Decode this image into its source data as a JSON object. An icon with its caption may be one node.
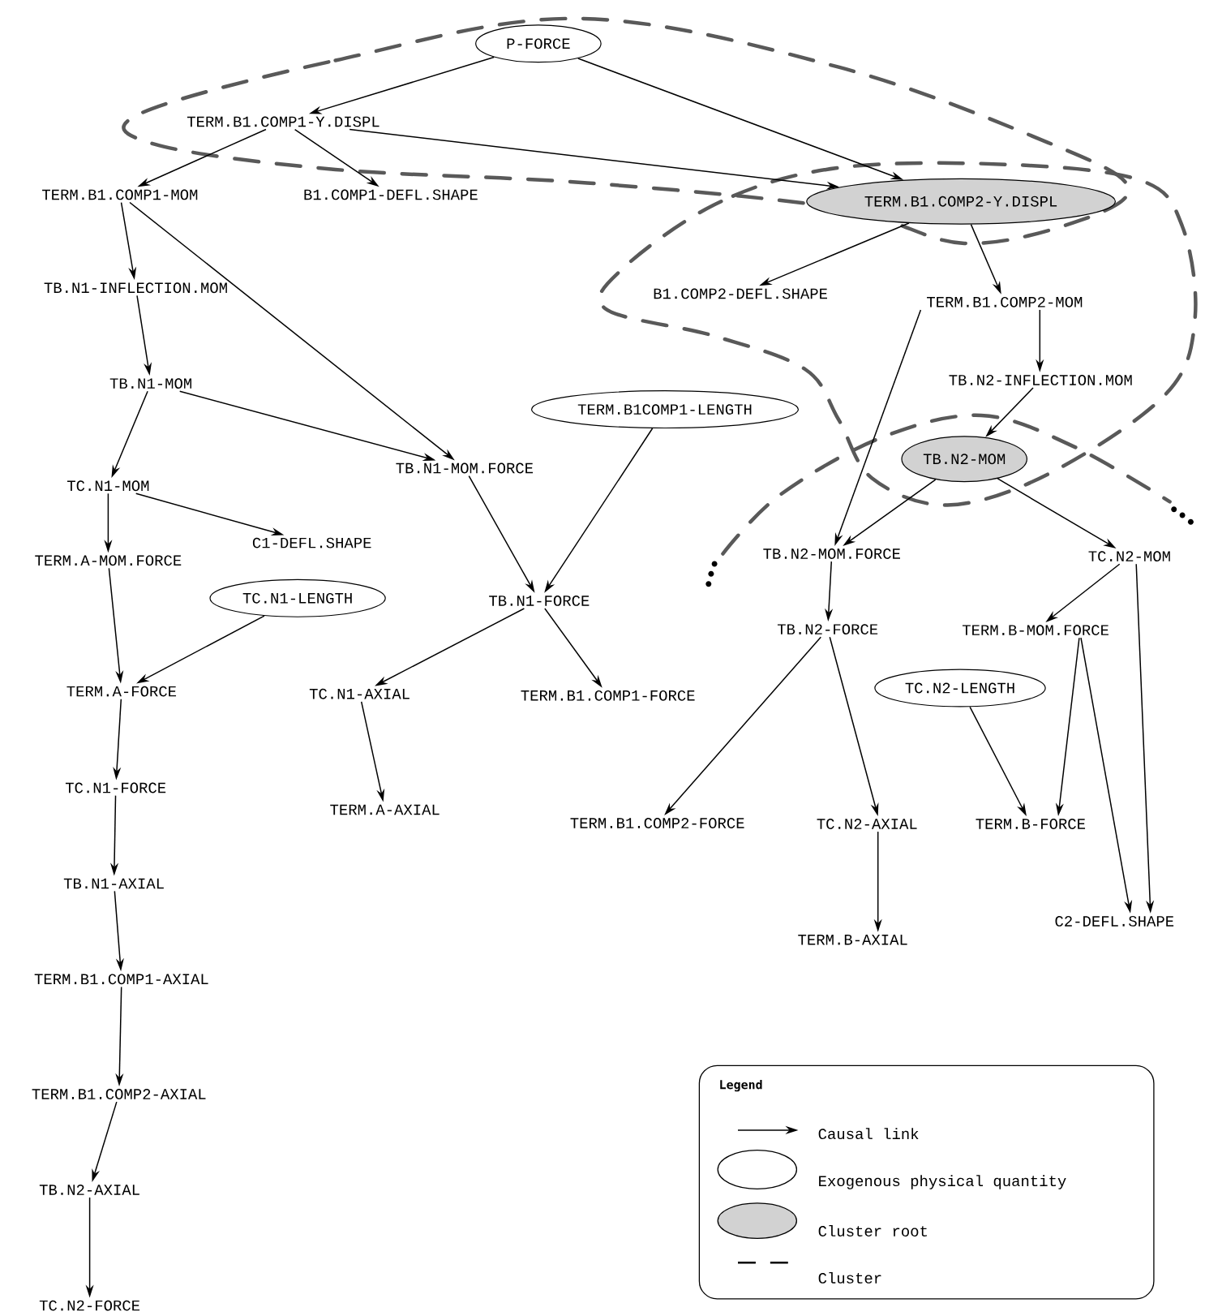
{
  "diagram": {
    "nodes": [
      {
        "text": [
          "P-FORCE"
        ]
      },
      {
        "text": [
          "TERM.B1.COMP1-Y.DISPL"
        ]
      },
      {
        "text": [
          "TERM.B1.COMP1-MOM"
        ]
      },
      {
        "text": [
          "B1.COMP1-DEFL.SHAPE"
        ]
      },
      {
        "text": [
          "TERM.B1.COMP2-Y.DISPL"
        ]
      },
      {
        "text": [
          "TB.N1-INFLECTION.MOM"
        ]
      },
      {
        "text": [
          "B1.COMP2-DEFL.SHAPE"
        ]
      },
      {
        "text": [
          "TERM.B1.COMP2-MOM"
        ]
      },
      {
        "text": [
          "TB.N1-MOM"
        ]
      },
      {
        "text": [
          "TB.N2-INFLECTION.MOM"
        ]
      },
      {
        "text": [
          "TERM.B1COMP1-LENGTH"
        ]
      },
      {
        "text": [
          "TB.N1-MOM.FORCE"
        ]
      },
      {
        "text": [
          "TB.N2-MOM"
        ]
      },
      {
        "text": [
          "TC.N1-MOM"
        ]
      },
      {
        "text": [
          "C1-DEFL.SHAPE"
        ]
      },
      {
        "text": [
          "TERM.A-MOM.FORCE"
        ]
      },
      {
        "text": [
          "TB.N2-MOM.FORCE"
        ]
      },
      {
        "text": [
          "TC.N2-MOM"
        ]
      },
      {
        "text": [
          "TC.N1-LENGTH"
        ]
      },
      {
        "text": [
          "TB.N1-FORCE"
        ]
      },
      {
        "text": [
          "TB.N2-FORCE"
        ]
      },
      {
        "text": [
          "TERM.B-MOM.FORCE"
        ]
      },
      {
        "text": [
          "TERM.A-FORCE"
        ]
      },
      {
        "text": [
          "TC.N1-AXIAL"
        ]
      },
      {
        "text": [
          "TERM.B1.COMP1-FORCE"
        ]
      },
      {
        "text": [
          "TC.N2-LENGTH"
        ]
      },
      {
        "text": [
          "TC.N1-FORCE"
        ]
      },
      {
        "text": [
          "TERM.A-AXIAL"
        ]
      },
      {
        "text": [
          "TERM.B1.COMP2-FORCE"
        ]
      },
      {
        "text": [
          "TC.N2-AXIAL"
        ]
      },
      {
        "text": [
          "TERM.B-FORCE"
        ]
      },
      {
        "text": [
          "TB.N1-AXIAL"
        ]
      },
      {
        "text": [
          "TERM.B-AXIAL"
        ]
      },
      {
        "text": [
          "C2-DEFL.SHAPE"
        ]
      },
      {
        "text": [
          "TERM.B1.COMP1-AXIAL"
        ]
      },
      {
        "text": [
          "TERM.B1.COMP2-AXIAL"
        ]
      },
      {
        "text": [
          "TB.N2-AXIAL"
        ]
      },
      {
        "text": [
          "TC.N2-FORCE"
        ]
      }
    ],
    "edges": [
      {
        "from": 0,
        "to": 1,
        "arrow": "to"
      },
      {
        "from": 0,
        "to": 4,
        "arrow": "to"
      },
      {
        "from": 1,
        "to": 2,
        "arrow": "to"
      },
      {
        "from": 1,
        "to": 3,
        "arrow": "to"
      },
      {
        "from": 1,
        "to": 4,
        "arrow": "to"
      },
      {
        "from": 2,
        "to": 5,
        "arrow": "to"
      },
      {
        "from": 2,
        "to": 11,
        "arrow": "to"
      },
      {
        "from": 5,
        "to": 8,
        "arrow": "to"
      },
      {
        "from": 8,
        "to": 13,
        "arrow": "to"
      },
      {
        "from": 8,
        "to": 11,
        "arrow": "to"
      },
      {
        "from": 4,
        "to": 6,
        "arrow": "to"
      },
      {
        "from": 4,
        "to": 7,
        "arrow": "to"
      },
      {
        "from": 7,
        "to": 16,
        "arrow": "to"
      },
      {
        "from": 7,
        "to": 9,
        "arrow": "to"
      },
      {
        "from": 9,
        "to": 12,
        "arrow": "to"
      },
      {
        "from": 12,
        "to": 16,
        "arrow": "to"
      },
      {
        "from": 12,
        "to": 17,
        "arrow": "to"
      },
      {
        "from": 10,
        "to": 19,
        "arrow": "to"
      },
      {
        "from": 11,
        "to": 19,
        "arrow": "to"
      },
      {
        "from": 13,
        "to": 15,
        "arrow": "to"
      },
      {
        "from": 13,
        "to": 14,
        "arrow": "to"
      },
      {
        "from": 15,
        "to": 22,
        "arrow": "to"
      },
      {
        "from": 18,
        "to": 22,
        "arrow": "to"
      },
      {
        "from": 19,
        "to": 23,
        "arrow": "to"
      },
      {
        "from": 19,
        "to": 24,
        "arrow": "to"
      },
      {
        "from": 16,
        "to": 20,
        "arrow": "to"
      },
      {
        "from": 17,
        "to": 21,
        "arrow": "to"
      },
      {
        "from": 17,
        "to": 33,
        "arrow": "to"
      },
      {
        "from": 20,
        "to": 28,
        "arrow": "to"
      },
      {
        "from": 20,
        "to": 29,
        "arrow": "to"
      },
      {
        "from": 21,
        "to": 30,
        "arrow": "to"
      },
      {
        "from": 21,
        "to": 33,
        "arrow": "to"
      },
      {
        "from": 25,
        "to": 30,
        "arrow": "to"
      },
      {
        "from": 22,
        "to": 26,
        "arrow": "to"
      },
      {
        "from": 23,
        "to": 27,
        "arrow": "to"
      },
      {
        "from": 29,
        "to": 32,
        "arrow": "to"
      },
      {
        "from": 26,
        "to": 31,
        "arrow": "to"
      },
      {
        "from": 31,
        "to": 34,
        "arrow": "to"
      },
      {
        "from": 34,
        "to": 35,
        "arrow": "to"
      },
      {
        "from": 35,
        "to": 36,
        "arrow": "to"
      },
      {
        "from": 36,
        "to": 37,
        "arrow": "to"
      }
    ],
    "labels": [
      "Legend"
    ],
    "legend": [
      {
        "text": "Causal link"
      },
      {
        "text": "Exogenous physical quantity"
      },
      {
        "text": "Cluster root"
      },
      {
        "text": "Cluster"
      }
    ]
  }
}
